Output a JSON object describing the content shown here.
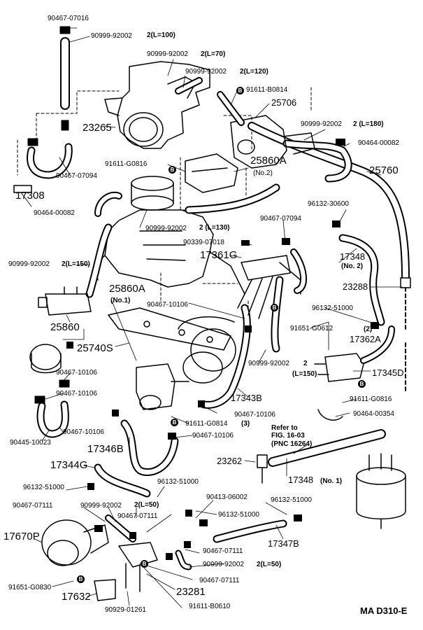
{
  "diagram_code": "MA D310-E",
  "callout_symbol": "B",
  "refer_note": {
    "line1": "Refer to",
    "line2": "FIG. 16-03",
    "line3": "(PNC 16264)"
  },
  "labels": {
    "p_90467_07016": "90467-07016",
    "p_90999_92002_a": "90999-92002",
    "len_a": "2(L=100)",
    "p_90999_92002_b": "90999-92002",
    "len_b": "2(L=70)",
    "p_90999_92002_c": "90999-92002",
    "len_c": "2(L=120)",
    "p_91611_b0814": "91611-B0814",
    "p_25706": "25706",
    "p_23265": "23265",
    "p_90999_92002_d": "90999-92002",
    "len_d": "2 (L=180)",
    "p_90464_00082_a": "90464-00082",
    "p_91611_g0816_a": "91611-G0816",
    "p_25860a_no2": "25860A",
    "no2_a": "(No.2)",
    "p_25760": "25760",
    "p_90467_07094_a": "90467-07094",
    "p_17308": "17308",
    "p_90464_00082_b": "90464-00082",
    "p_96132_30600": "96132-30600",
    "p_90999_92002_e": "90999-92002",
    "len_e": "2 (L=130)",
    "p_90467_07094_b": "90467-07094",
    "p_90339_07018": "90339-07018",
    "p_17361g": "17361G",
    "p_17348_no2": "17348",
    "no2_b": "(No. 2)",
    "p_90999_92002_f": "90999-92002",
    "len_f": "2(L=150)",
    "p_23288": "23288",
    "p_25860a_no1": "25860A",
    "no1_a": "(No.1)",
    "p_90467_10106_a": "90467-10106",
    "p_96132_51000_a": "96132-51000",
    "p_25860": "25860",
    "p_91651_g0612": "91651-G0612",
    "p_17362a": "17362A",
    "qty_2": "(2)",
    "p_25740s": "25740S",
    "p_90999_92002_g": "90999-92002",
    "len_g": "2",
    "len_g2": "(L=150)",
    "p_17345d": "17345D",
    "p_90467_10106_b": "90467-10106",
    "p_90467_10106_c": "90467-10106",
    "p_17343b": "17343B",
    "p_91611_g0816_b": "91611-G0816",
    "p_90467_10106_d": "90467-10106",
    "p_90464_00354": "90464-00354",
    "p_91611_g0814": "91611-G0814",
    "qty_3": "(3)",
    "p_90467_10106_e": "90467-10106",
    "p_90445_10023": "90445-10023",
    "p_90467_10106_f": "90467-10106",
    "p_17346b": "17346B",
    "p_23262": "23262",
    "p_17344g": "17344G",
    "p_17348_no1": "17348",
    "no1_b": "(No. 1)",
    "p_96132_51000_b": "96132-51000",
    "p_96132_51000_c": "96132-51000",
    "p_90467_07111_a": "90467-07111",
    "p_90999_92002_h": "90999-92002",
    "len_h": "2(L=50)",
    "p_90413_06002": "90413-06002",
    "p_96132_51000_d": "96132-51000",
    "p_90467_07111_b": "90467-07111",
    "p_96132_51000_e": "96132-51000",
    "p_17670p": "17670P",
    "p_90467_07111_c": "90467-07111",
    "p_17347b": "17347B",
    "p_90999_92002_i": "90999-92002",
    "len_i": "2(L=50)",
    "p_90467_07111_d": "90467-07111",
    "p_91651_g0830": "91651-G0830",
    "p_23281": "23281",
    "p_17632": "17632",
    "p_90929_01261": "90929-01261",
    "p_91611_b0610": "91611-B0610"
  }
}
